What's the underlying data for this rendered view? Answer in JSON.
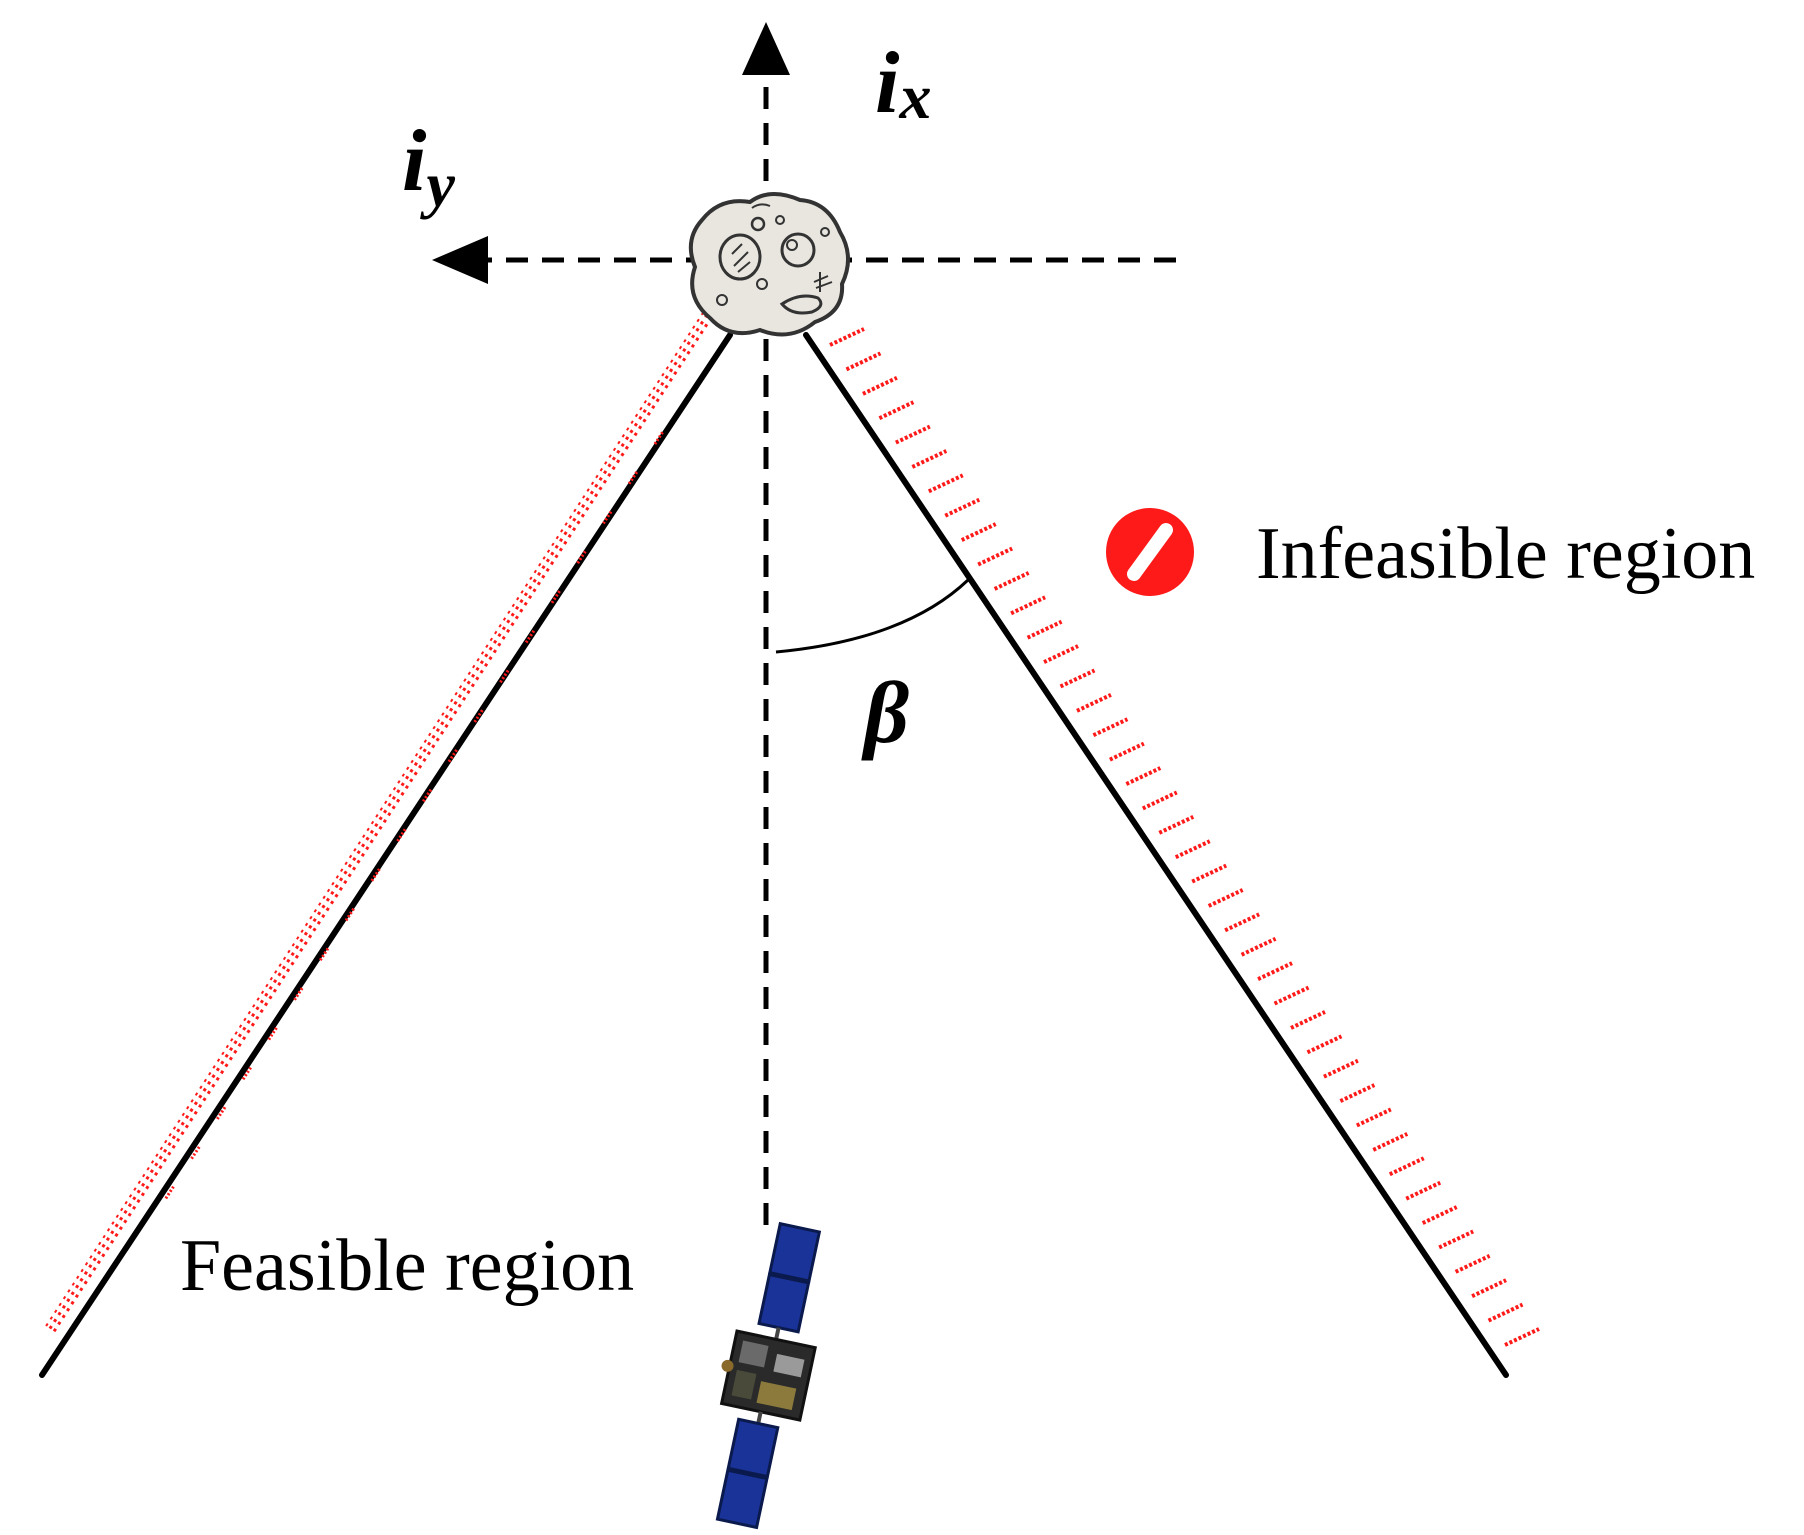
{
  "labels": {
    "axis_x": {
      "main": "i",
      "sub": "x"
    },
    "axis_y": {
      "main": "i",
      "sub": "y"
    },
    "angle": "β",
    "infeasible": "Infeasible region",
    "feasible": "Feasible region"
  },
  "colors": {
    "line": "#000000",
    "hatch": "#ff1a1a",
    "infeasible_icon": "#ff1a1a",
    "asteroid_fill": "#e8e6df",
    "panel": "#1a3399",
    "body": "#2a2a2a"
  },
  "icons": {
    "target": "asteroid-icon",
    "chaser": "satellite-icon",
    "no_entry": "no-entry-icon"
  }
}
